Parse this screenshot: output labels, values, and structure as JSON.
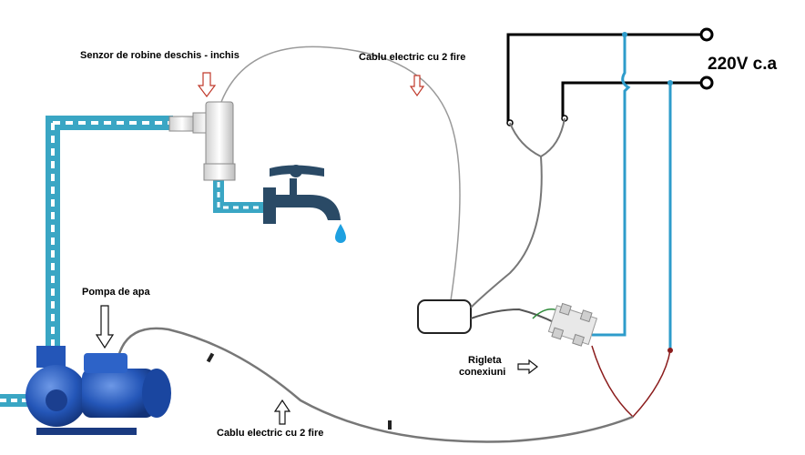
{
  "labels": {
    "sensor": "Senzor de robine deschis - inchis",
    "cable_top": "Cablu electric cu 2 fire",
    "voltage": "220V c.a",
    "pump": "Pompa de apa",
    "terminal_line1": "Rigleta",
    "terminal_line2": "conexiuni",
    "cable_bottom": "Cablu electric cu 2 fire"
  },
  "colors": {
    "pipe": "#3aa6c4",
    "pipe_dark": "#1f7e9e",
    "wire_gray": "#8a8a8a",
    "wire_dark": "#555555",
    "mains": "#000000",
    "blue_wire": "#2e9ccb",
    "red_wire": "#8b1c1c",
    "pump_blue": "#2456b8",
    "tap": "#2a4a66",
    "water_drop": "#1ea0e0",
    "arrow_red": "#c0392b"
  },
  "icons": [
    "pump-icon",
    "faucet-icon",
    "water-drop-icon",
    "sensor-valve-icon",
    "terminal-block-icon",
    "control-box-icon"
  ]
}
